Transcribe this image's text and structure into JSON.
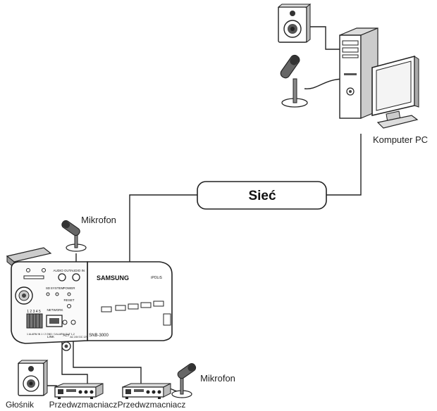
{
  "network": {
    "label": "Sieć"
  },
  "pc": {
    "label": "Komputer PC"
  },
  "camera": {
    "brand": "SAMSUNG",
    "model": "SNB-3000",
    "logo_right": "iPOLiS",
    "port_audio_out": "AUDIO OUT",
    "port_audio_in": "AUDIO IN",
    "port_sd": "SD",
    "port_system": "SYSTEM",
    "port_power": "POWER",
    "port_reset": "RESET",
    "port_network": "NETWORK",
    "port_act": "ACT",
    "port_link": "LINK",
    "power_spec": "AC 24V DC 12V",
    "terminal_numbers": "1 2 3 4 5",
    "alarm_labels": "1 ALARM IN 1 / 2 GND / 3 ALARM OUT 1-2"
  },
  "labels": {
    "mic_top": "Mikrofon",
    "mic_bottom": "Mikrofon",
    "speaker": "Głośnik",
    "amp_left": "Przedwzmacniacz",
    "amp_right": "Przedwzmacniacz"
  },
  "icons": {
    "pc_speaker": "speaker-icon",
    "pc_mic": "microphone-icon",
    "pc_tower": "computer-tower-icon",
    "pc_monitor": "monitor-icon",
    "camera_mic": "microphone-icon",
    "bottom_mic": "microphone-icon",
    "bottom_speaker": "speaker-icon",
    "amplifier": "amplifier-icon"
  }
}
